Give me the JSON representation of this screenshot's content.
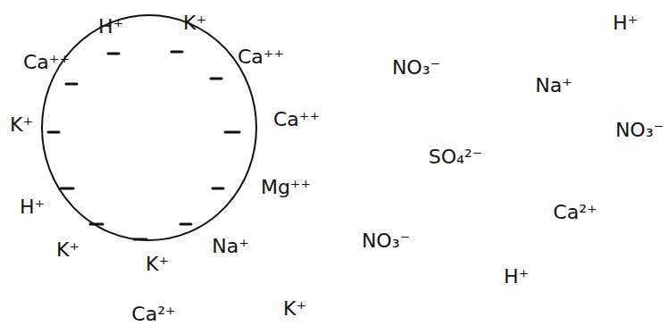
{
  "diagram": {
    "labels": [
      "H⁺",
      "K⁺",
      "H⁺",
      "Ca⁺⁺",
      "Ca⁺⁺",
      "NO₃⁻",
      "Na⁺",
      "K⁺",
      "Ca⁺⁺",
      "NO₃⁻",
      "SO₄²⁻",
      "Mg⁺⁺",
      "H⁺",
      "Ca²⁺",
      "NO₃⁻",
      "Na⁺",
      "K⁺",
      "K⁺",
      "H⁺",
      "K⁺",
      "Ca²⁺"
    ]
  }
}
